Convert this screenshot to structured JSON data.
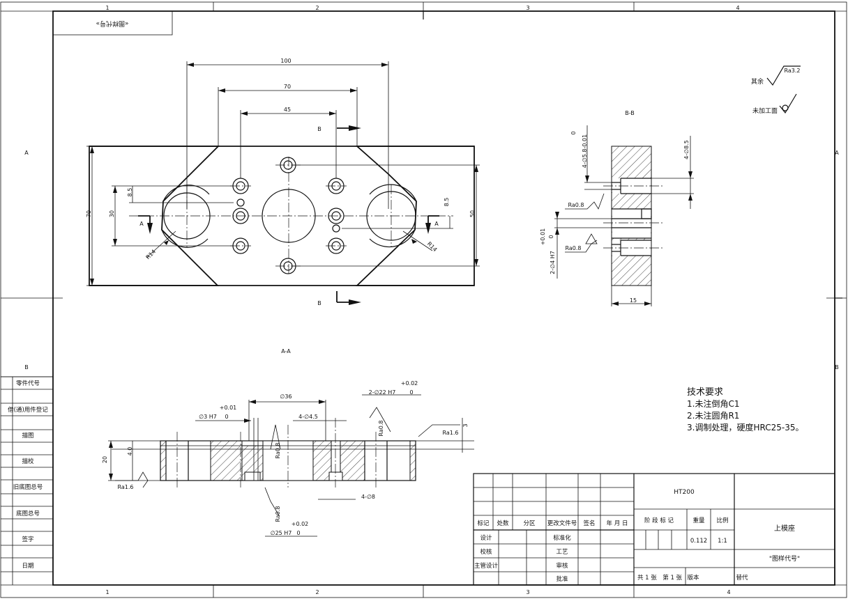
{
  "frame": {
    "zones_top": [
      "1",
      "2",
      "3",
      "4"
    ],
    "zones_bottom": [
      "1",
      "2",
      "3",
      "4"
    ],
    "zones_left": [
      "A",
      "B"
    ],
    "zones_right": [
      "A",
      "B"
    ],
    "corner_label": "«图样代号»"
  },
  "side_column": [
    "零件代号",
    "借(通)用件登记",
    "描图",
    "描校",
    "旧底图总号",
    "底图总号",
    "签字",
    "日期"
  ],
  "top_view": {
    "dims": {
      "w100": "100",
      "w70": "70",
      "w45": "45",
      "h70": "70",
      "h30": "30",
      "h50": "50",
      "d85a": "8.5",
      "d85b": "8.5",
      "r14a": "R14",
      "r14b": "R14"
    },
    "section_marks": {
      "b_top": "B",
      "b_bottom": "B",
      "a_left": "A",
      "a_right": "A"
    }
  },
  "section_bb": {
    "title": "B-B",
    "dims": {
      "phi58": "4-∅5.8-0.01",
      "phi58_tol": "0",
      "phi85": "4-∅8.5",
      "phi4": "2-∅4 H7",
      "phi4_tol_up": "+0.01",
      "phi4_tol_low": "0",
      "w15": "15"
    },
    "roughness": [
      "Ra0.8",
      "Ra0.8"
    ]
  },
  "section_aa": {
    "title": "A-A",
    "dims": {
      "phi36": "∅36",
      "phi22": "2-∅22 H7",
      "phi22_up": "+0.02",
      "phi22_low": "0",
      "phi3": "∅3 H7",
      "phi3_up": "+0.01",
      "phi3_low": "0",
      "phi45": "4-∅4.5",
      "phi25": "∅25 H7",
      "phi25_up": "+0.02",
      "phi25_low": "0",
      "phi8": "4-∅8",
      "h20": "20",
      "h4": "4.0",
      "h3": "3"
    },
    "roughness": [
      "Ra0.8",
      "Ra0.8",
      "Ra0.8",
      "Ra1.6",
      "Ra1.6"
    ]
  },
  "surface_symbols": {
    "rest": "其余",
    "rest_value": "Ra3.2",
    "unmachined": "未加工面"
  },
  "tech_requirements": {
    "title": "技术要求",
    "items": [
      "1.未注倒角C1",
      "2.未注圆角R1",
      "3.调制处理，硬度HRC25-35。"
    ]
  },
  "title_block": {
    "material": "HT200",
    "part_name": "上模座",
    "drawing_no": "\"图样代号\"",
    "rev_headers": [
      "标记",
      "处数",
      "分区",
      "更改文件号",
      "签名",
      "年 月 日"
    ],
    "roles_left": [
      "设计",
      "校核",
      "主管设计"
    ],
    "roles_mid": [
      "标准化",
      "工艺",
      "审核",
      "批准"
    ],
    "stage_label": "阶 段 标 记",
    "weight_label": "重量",
    "scale_label": "比例",
    "weight": "0.112",
    "scale": "1:1",
    "sheets": "共 1 张　第 1 张",
    "version": "版本",
    "replace": "替代"
  }
}
